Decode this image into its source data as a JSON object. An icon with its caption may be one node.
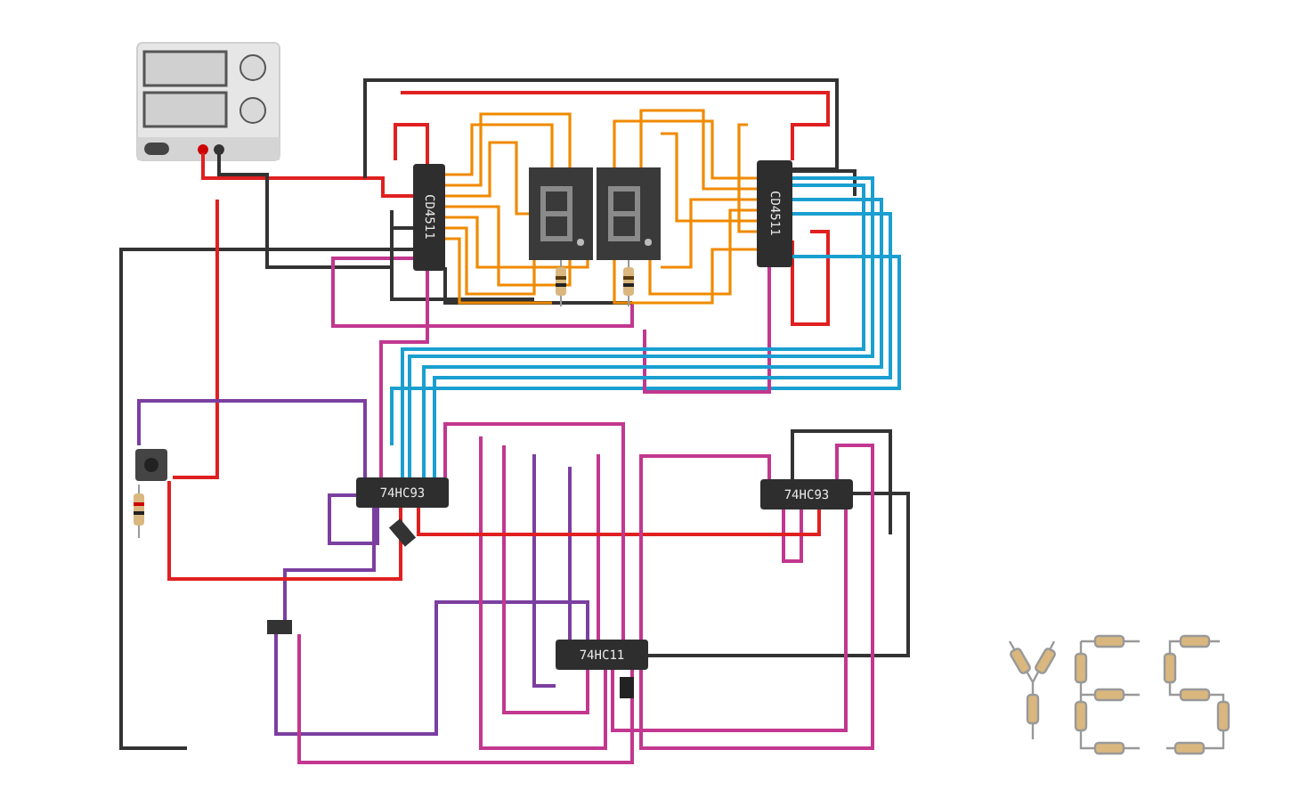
{
  "diagram": {
    "nodes": [
      {
        "text": [
          "CD4511"
        ]
      },
      {
        "text": [
          "CD4511"
        ]
      },
      {
        "text": [
          "74HC93"
        ]
      },
      {
        "text": [
          "74HC93"
        ]
      },
      {
        "text": [
          "74HC11"
        ]
      }
    ],
    "edges": [
      {
        "from": 0,
        "to": 2,
        "arrow": "none",
        "color": "#c2378f"
      },
      {
        "from": 1,
        "to": 2,
        "arrow": "none",
        "color": "#1a9fd0"
      },
      {
        "from": 2,
        "to": 3,
        "arrow": "none",
        "color": "#e02020"
      },
      {
        "from": 2,
        "to": 4,
        "arrow": "none",
        "color": "#c2378f"
      },
      {
        "from": 3,
        "to": 4,
        "arrow": "none",
        "color": "#333333"
      },
      {
        "from": 1,
        "to": 2,
        "arrow": "none",
        "color": "#1a9fd0"
      },
      {
        "from": 1,
        "to": 2,
        "arrow": "none",
        "color": "#1a9fd0"
      },
      {
        "from": 1,
        "to": 2,
        "arrow": "none",
        "color": "#1a9fd0"
      },
      {
        "from": 3,
        "to": 4,
        "arrow": "none",
        "color": "#c2378f"
      },
      {
        "from": 3,
        "to": 4,
        "arrow": "none",
        "color": "#c2378f"
      },
      {
        "from": 3,
        "to": 4,
        "arrow": "none",
        "color": "#c2378f"
      }
    ]
  }
}
